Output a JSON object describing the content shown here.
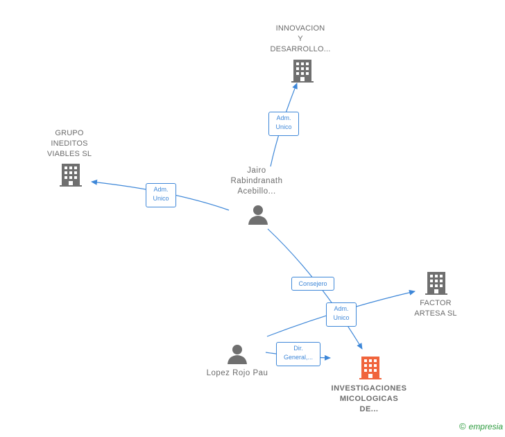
{
  "nodes": {
    "innovacion": {
      "lines": [
        "INNOVACION",
        "Y",
        "DESARROLLO..."
      ]
    },
    "grupo": {
      "lines": [
        "GRUPO",
        "INEDITOS",
        "VIABLES SL"
      ]
    },
    "jairo": {
      "lines": [
        "Jairo",
        "Rabindranath",
        "Acebillo..."
      ]
    },
    "factor": {
      "lines": [
        "FACTOR",
        "ARTESA SL"
      ]
    },
    "lopez": {
      "lines": [
        "Lopez Rojo Pau"
      ]
    },
    "investigaciones": {
      "lines": [
        "INVESTIGACIONES",
        "MICOLOGICAS",
        "DE..."
      ]
    }
  },
  "edge_labels": {
    "jairo_innovacion": [
      "Adm.",
      "Unico"
    ],
    "jairo_grupo": [
      "Adm.",
      "Unico"
    ],
    "jairo_investigaciones": [
      "Consejero"
    ],
    "lopez_factor": [
      "Adm.",
      "Unico"
    ],
    "lopez_investigaciones": [
      "Dir.",
      "General,..."
    ]
  },
  "colors": {
    "edge": "#3e87d8",
    "company_icon": "#6f6f6f",
    "main_company_icon": "#f0643c",
    "person_icon": "#6f6f6f",
    "brand": "#2b9a3c"
  },
  "brand": {
    "symbol": "©",
    "name": "empresia"
  }
}
